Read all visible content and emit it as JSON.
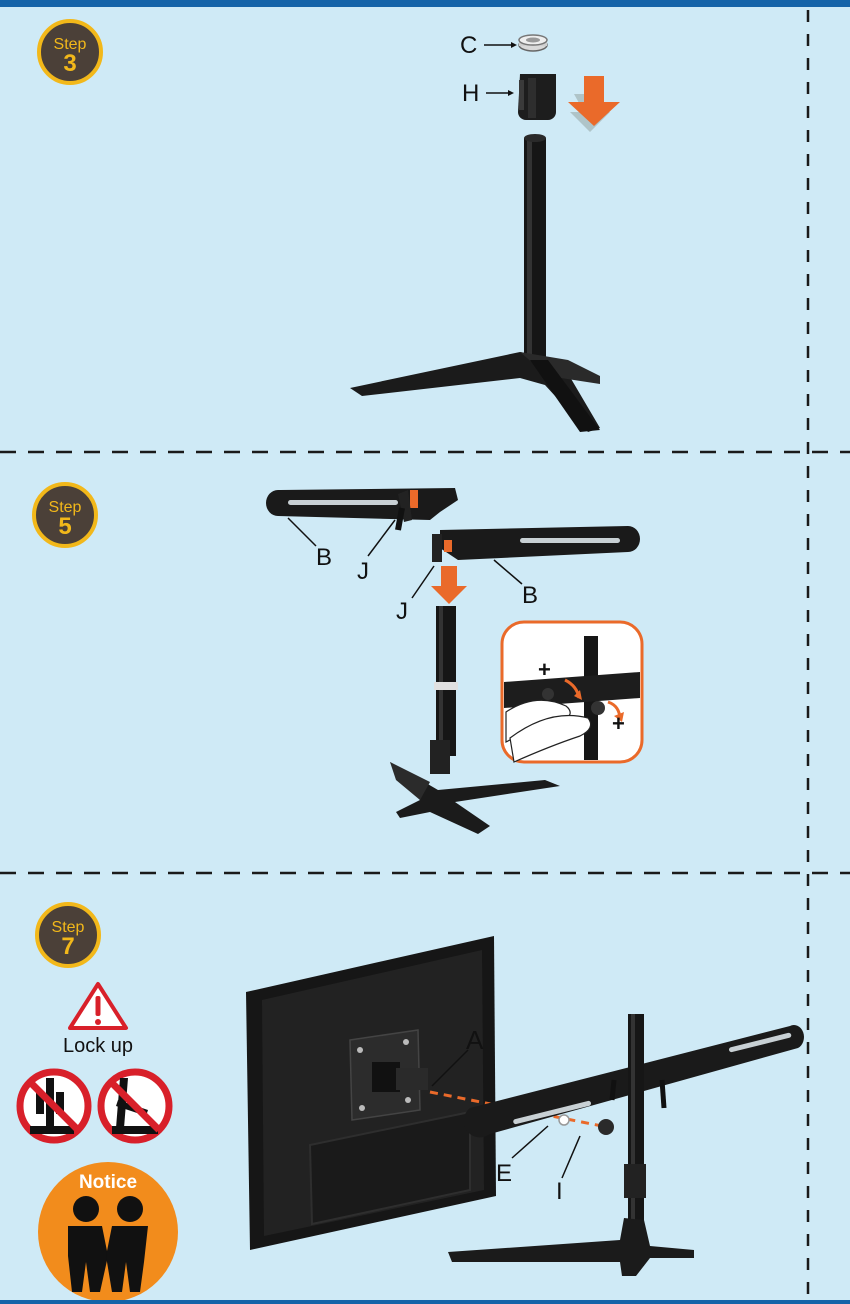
{
  "steps": [
    {
      "word": "Step",
      "number": "3"
    },
    {
      "word": "Step",
      "number": "5"
    },
    {
      "word": "Step",
      "number": "7"
    }
  ],
  "parts": {
    "step3_c": "C",
    "step3_h": "H",
    "step5_b_left": "B",
    "step5_j_left": "J",
    "step5_j_right": "J",
    "step5_b_right": "B",
    "step7_a": "A",
    "step7_e": "E",
    "step7_i": "I"
  },
  "inset": {
    "plus_left": "+",
    "plus_right": "+"
  },
  "lock_up": "Lock up",
  "notice": "Notice",
  "colors": {
    "background": "#cfeaf6",
    "accent_orange": "#ea6a2a",
    "badge_ring": "#f2b81a",
    "prohibit_red": "#d8202a"
  }
}
